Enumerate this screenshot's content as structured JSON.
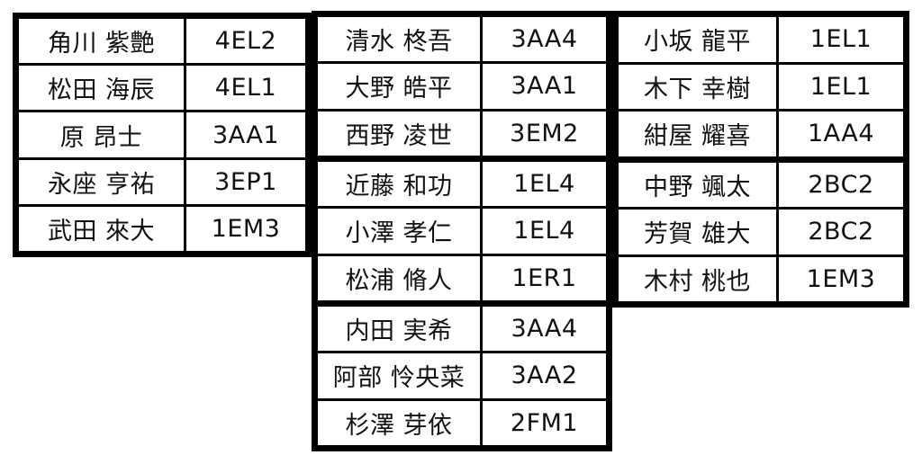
{
  "roster": {
    "columns": [
      "name",
      "class_code"
    ],
    "blocks": [
      {
        "id": "left",
        "rows": [
          {
            "name": "角川 紫艶",
            "code": "4EL2",
            "group_end": false
          },
          {
            "name": "松田 海辰",
            "code": "4EL1",
            "group_end": false
          },
          {
            "name": "原 昂士",
            "code": "3AA1",
            "group_end": false
          },
          {
            "name": "永座 亨祐",
            "code": "3EP1",
            "group_end": false
          },
          {
            "name": "武田 來大",
            "code": "1EM3",
            "group_end": false
          }
        ]
      },
      {
        "id": "middle",
        "rows": [
          {
            "name": "清水 柊吾",
            "code": "3AA4",
            "group_end": false
          },
          {
            "name": "大野 皓平",
            "code": "3AA1",
            "group_end": false
          },
          {
            "name": "西野 凌世",
            "code": "3EM2",
            "group_end": true
          },
          {
            "name": "近藤 和功",
            "code": "1EL4",
            "group_end": false
          },
          {
            "name": "小澤 孝仁",
            "code": "1EL4",
            "group_end": false
          },
          {
            "name": "松浦 脩人",
            "code": "1ER1",
            "group_end": true
          },
          {
            "name": "内田 実希",
            "code": "3AA4",
            "group_end": false
          },
          {
            "name": "阿部 怜央菜",
            "code": "3AA2",
            "group_end": false
          },
          {
            "name": "杉澤 芽依",
            "code": "2FM1",
            "group_end": false
          }
        ]
      },
      {
        "id": "right",
        "rows": [
          {
            "name": "小坂 龍平",
            "code": "1EL1",
            "group_end": false
          },
          {
            "name": "木下 幸樹",
            "code": "1EL1",
            "group_end": false
          },
          {
            "name": "紺屋 耀喜",
            "code": "1AA4",
            "group_end": true
          },
          {
            "name": "中野 颯太",
            "code": "2BC2",
            "group_end": false
          },
          {
            "name": "芳賀 雄大",
            "code": "2BC2",
            "group_end": false
          },
          {
            "name": "木村 桃也",
            "code": "1EM3",
            "group_end": false
          }
        ]
      }
    ]
  },
  "style": {
    "border_color": "#000000",
    "text_color": "#111111",
    "background": "#ffffff"
  }
}
